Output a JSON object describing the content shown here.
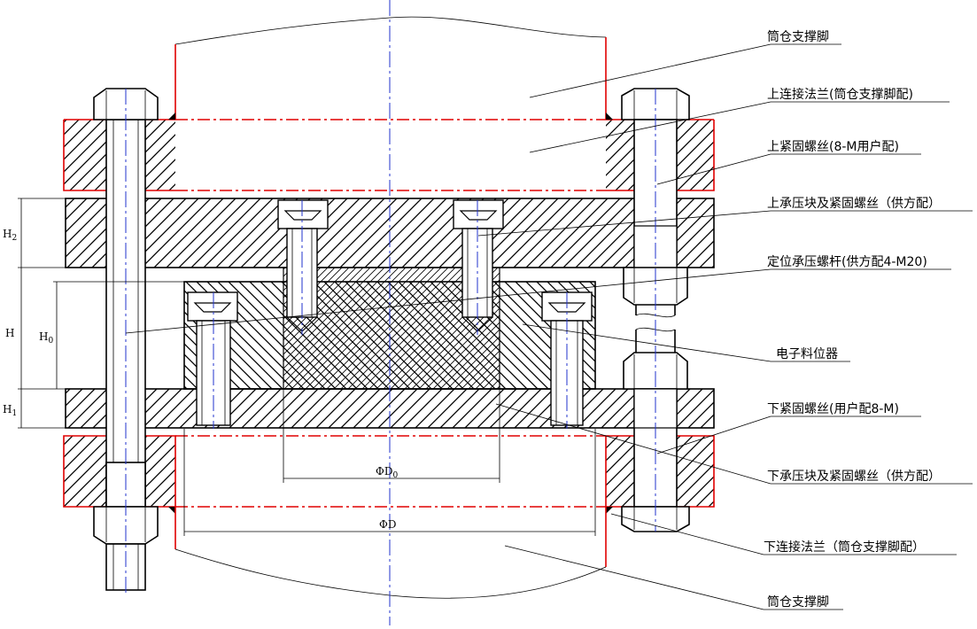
{
  "labels": {
    "silo_leg_top": "筒仓支撑脚",
    "upper_flange": "上连接法兰(筒仓支撑脚配)",
    "upper_bolt": "上紧固螺丝(8-M用户配)",
    "upper_press_block": "上承压块及紧固螺丝（供方配）",
    "positioning_rod": "定位承压螺杆(供方配4-M20)",
    "level_sensor": "电子料位器",
    "lower_bolt": "下紧固螺丝(用户配8-M)",
    "lower_press_block": "下承压块及紧固螺丝（供方配）",
    "lower_flange": "下连接法兰（筒仓支撑脚配）",
    "silo_leg_bottom": "筒仓支撑脚"
  },
  "dimensions": {
    "h2": {
      "main": "H",
      "sub": "2"
    },
    "h": {
      "main": "H",
      "sub": ""
    },
    "h0": {
      "main": "H",
      "sub": "0"
    },
    "h1": {
      "main": "H",
      "sub": "1"
    },
    "phi_d0": {
      "main": "ΦD",
      "sub": "0"
    },
    "phi_d": {
      "main": "ΦD",
      "sub": ""
    }
  },
  "colors": {
    "outline": "#000000",
    "flange_line": "#e00000",
    "center_line": "#2233cc"
  }
}
